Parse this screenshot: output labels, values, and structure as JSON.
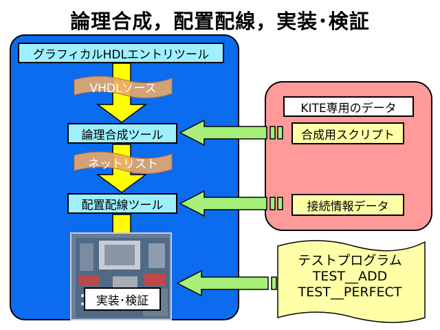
{
  "title": "論理合成，配置配線，実装･検証",
  "left_flow": {
    "editor": "グラフィカルHDLエントリツール",
    "vhdl_label": "VHDLソース",
    "synthesis_tool": "論理合成ツール",
    "netlist_label": "ネットリスト",
    "pnr_tool": "配置配線ツール",
    "implementation": "実装･検証"
  },
  "kite_data": {
    "heading": "KITE専用のデータ",
    "script": "合成用スクリプト",
    "connection": "接続情報データ"
  },
  "test_programs": {
    "heading": "テストプログラム",
    "items": [
      "TEST__ADD",
      "TEST__PERFECT"
    ]
  },
  "colors": {
    "blue_panel": "#0b6cf0",
    "pink_panel": "#ff9a9a",
    "cyan_box": "#9ef0ff",
    "cream_box": "#ffffa8",
    "yellow_arrow": "#ffff00",
    "green_arrow": "#a6f07a"
  }
}
